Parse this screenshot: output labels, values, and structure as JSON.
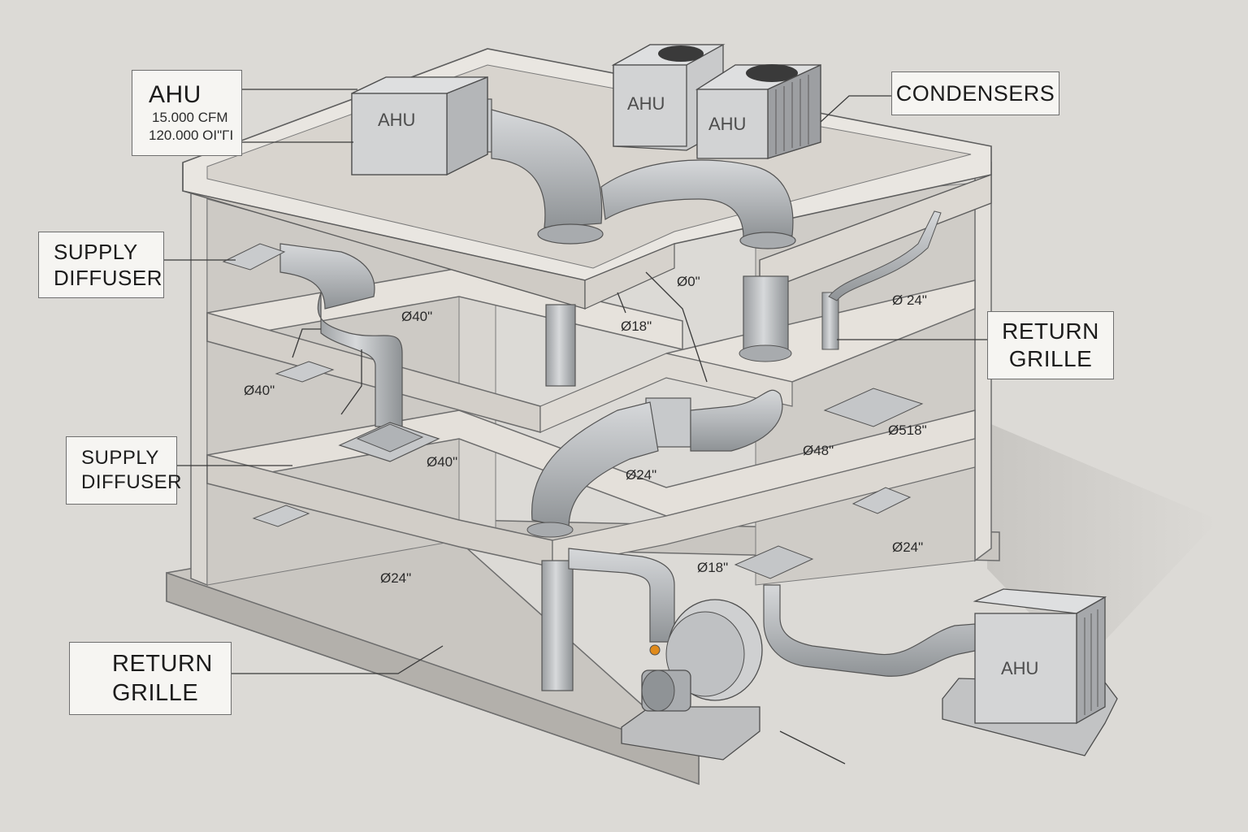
{
  "callouts": {
    "ahu_top": {
      "title": "AHU",
      "line1": "15.000 CFM",
      "line2": "120.000 ΟΙ\"ΓΙ"
    },
    "condensers": "CONDENSERS",
    "supply_diffuser_1": {
      "line1": "SUPPLY",
      "line2": "DIFFUSER"
    },
    "supply_diffuser_2": {
      "line1": "SUPPLY",
      "line2": "DIFFUSER"
    },
    "return_grille_right": {
      "line1": "RETURN",
      "line2": "GRILLE"
    },
    "return_grille_left": {
      "line1": "RETURN",
      "line2": "GRILLE"
    }
  },
  "units": {
    "roof_ahu": "AHU",
    "cond_ahu_1": "AHU",
    "cond_ahu_2": "AHU",
    "ground_ahu": "AHU"
  },
  "dimensions": {
    "d_roof_center": "Ø0\"",
    "d_upper_mid": "Ø18\"",
    "d_upper_right": "Ø 24\"",
    "d_left_upper": "Ø40\"",
    "d_left_wall": "Ø40\"",
    "d_mid_left": "Ø40\"",
    "d_mid_center": "Ø24\"",
    "d_mid_right": "Ø48\"",
    "d_right_grille": "Ø518\"",
    "d_lower_left": "Ø24\"",
    "d_lower_center": "Ø18\"",
    "d_lower_right": "Ø24\""
  },
  "colors": {
    "background": "#dcdad6",
    "slab": "#e4e0da",
    "duct": "#b9bcbf",
    "unit": "#cfd0d0",
    "fan_accent": "#e08a1a"
  }
}
